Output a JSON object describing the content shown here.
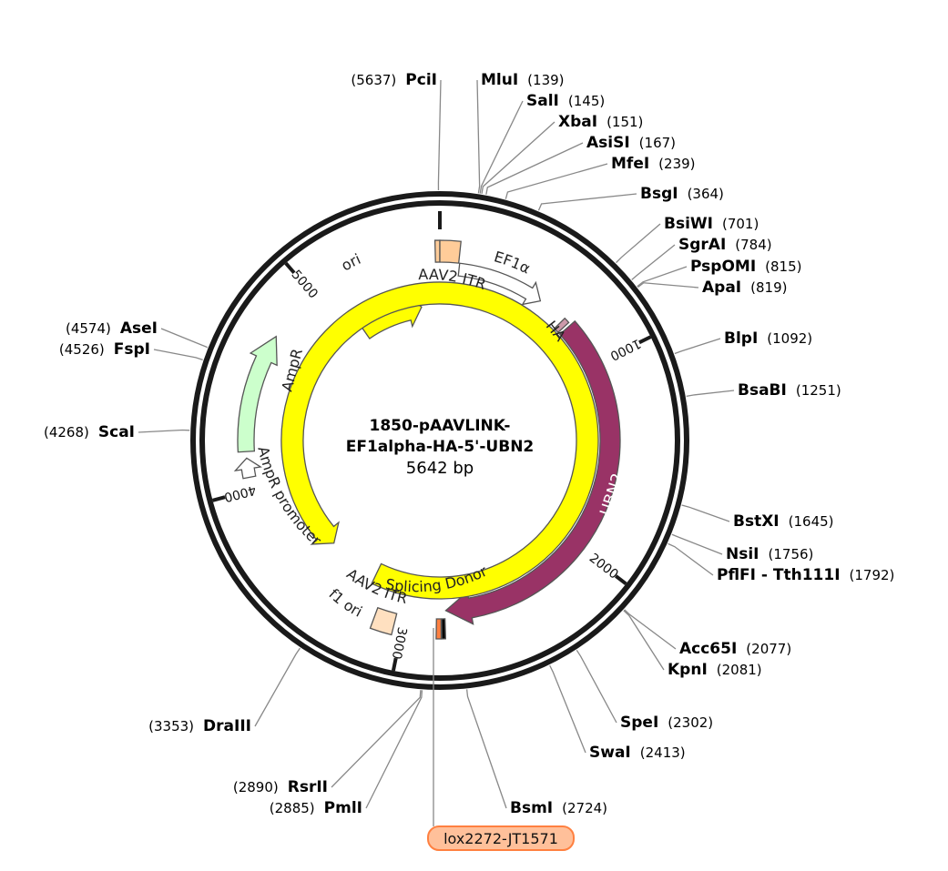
{
  "plasmid": {
    "name_line1": "1850-pAAVLINK-",
    "name_line2": "EF1alpha-HA-5'-UBN2",
    "size_label": "5642 bp",
    "length": 5642
  },
  "colors": {
    "backbone": "#1a1a1a",
    "ori": "#ffff00",
    "ampr": "#ccffcc",
    "ubn2": "#993366",
    "itr": "#ffcc99",
    "itr_light": "#ffe0c0",
    "ha": "#cc99aa",
    "lox": "#ff8040",
    "lox_fill": "#ffc09a",
    "leader": "#888888"
  },
  "ticks": [
    {
      "pos": 1000,
      "label": "1000"
    },
    {
      "pos": 2000,
      "label": "2000"
    },
    {
      "pos": 3000,
      "label": "3000"
    },
    {
      "pos": 4000,
      "label": "4000"
    },
    {
      "pos": 5000,
      "label": "5000"
    }
  ],
  "sites": [
    {
      "name": "PciI",
      "pos_label": "(5637)",
      "bp": 5637,
      "side": "left"
    },
    {
      "name": "MluI",
      "pos_label": "(139)",
      "bp": 139,
      "side": "right"
    },
    {
      "name": "SalI",
      "pos_label": "(145)",
      "bp": 145,
      "side": "right"
    },
    {
      "name": "XbaI",
      "pos_label": "(151)",
      "bp": 151,
      "side": "right"
    },
    {
      "name": "AsiSI",
      "pos_label": "(167)",
      "bp": 167,
      "side": "right"
    },
    {
      "name": "MfeI",
      "pos_label": "(239)",
      "bp": 239,
      "side": "right"
    },
    {
      "name": "BsgI",
      "pos_label": "(364)",
      "bp": 364,
      "side": "right"
    },
    {
      "name": "BsiWI",
      "pos_label": "(701)",
      "bp": 701,
      "side": "right"
    },
    {
      "name": "SgrAI",
      "pos_label": "(784)",
      "bp": 784,
      "side": "right"
    },
    {
      "name": "PspOMI",
      "pos_label": "(815)",
      "bp": 815,
      "side": "right"
    },
    {
      "name": "ApaI",
      "pos_label": "(819)",
      "bp": 819,
      "side": "right"
    },
    {
      "name": "BlpI",
      "pos_label": "(1092)",
      "bp": 1092,
      "side": "right"
    },
    {
      "name": "BsaBI",
      "pos_label": "(1251)",
      "bp": 1251,
      "side": "right"
    },
    {
      "name": "BstXI",
      "pos_label": "(1645)",
      "bp": 1645,
      "side": "right"
    },
    {
      "name": "NsiI",
      "pos_label": "(1756)",
      "bp": 1756,
      "side": "right"
    },
    {
      "name": "PflFI - Tth111I",
      "pos_label": "(1792)",
      "bp": 1792,
      "side": "right"
    },
    {
      "name": "Acc65I",
      "pos_label": "(2077)",
      "bp": 2077,
      "side": "right"
    },
    {
      "name": "KpnI",
      "pos_label": "(2081)",
      "bp": 2081,
      "side": "right"
    },
    {
      "name": "SpeI",
      "pos_label": "(2302)",
      "bp": 2302,
      "side": "right"
    },
    {
      "name": "SwaI",
      "pos_label": "(2413)",
      "bp": 2413,
      "side": "right"
    },
    {
      "name": "BsmI",
      "pos_label": "(2724)",
      "bp": 2724,
      "side": "right"
    },
    {
      "name": "PmlI",
      "pos_label": "(2885)",
      "bp": 2885,
      "side": "left"
    },
    {
      "name": "RsrII",
      "pos_label": "(2890)",
      "bp": 2890,
      "side": "left"
    },
    {
      "name": "DraIII",
      "pos_label": "(3353)",
      "bp": 3353,
      "side": "left"
    },
    {
      "name": "ScaI",
      "pos_label": "(4268)",
      "bp": 4268,
      "side": "left"
    },
    {
      "name": "FspI",
      "pos_label": "(4526)",
      "bp": 4526,
      "side": "left"
    },
    {
      "name": "AseI",
      "pos_label": "(4574)",
      "bp": 4574,
      "side": "left"
    }
  ],
  "features": {
    "ori": "ori",
    "aav2_itr_top": "AAV2 ITR",
    "ef1a": "EF1α",
    "ha": "HA",
    "ubn2": "UBN2",
    "ampr": "AmpR",
    "ampr_promoter": "AmpR promoter",
    "f1_ori": "f1 ori",
    "aav2_itr_bottom": "AAV2 ITR",
    "splicing_donor": "Splicing Donor",
    "lox": "lox2272-JT1571"
  }
}
